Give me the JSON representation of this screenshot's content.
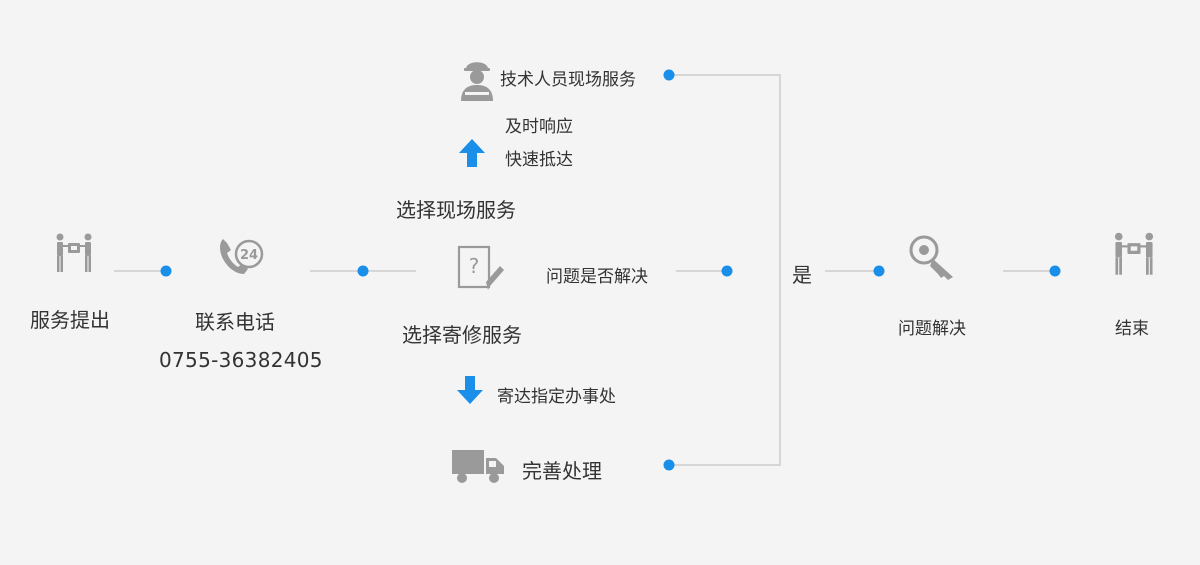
{
  "flow": {
    "submit": "服务提出",
    "call": "联系电话",
    "phone": "0755-36382405",
    "onsite_option": "选择现场服务",
    "timely_response": "及时响应",
    "fast_arrival": "快速抵达",
    "technician_onsite": "技术人员现场服务",
    "repair_option": "选择寄修服务",
    "problem_solved_question": "问题是否解决",
    "send_to_office": "寄达指定办事处",
    "complete_processing": "完善处理",
    "yes": "是",
    "problem_solved": "问题解决",
    "end": "结束"
  },
  "colors": {
    "accent": "#1a8fea",
    "line": "#d6d6d6",
    "icon": "#9a9a9a"
  }
}
